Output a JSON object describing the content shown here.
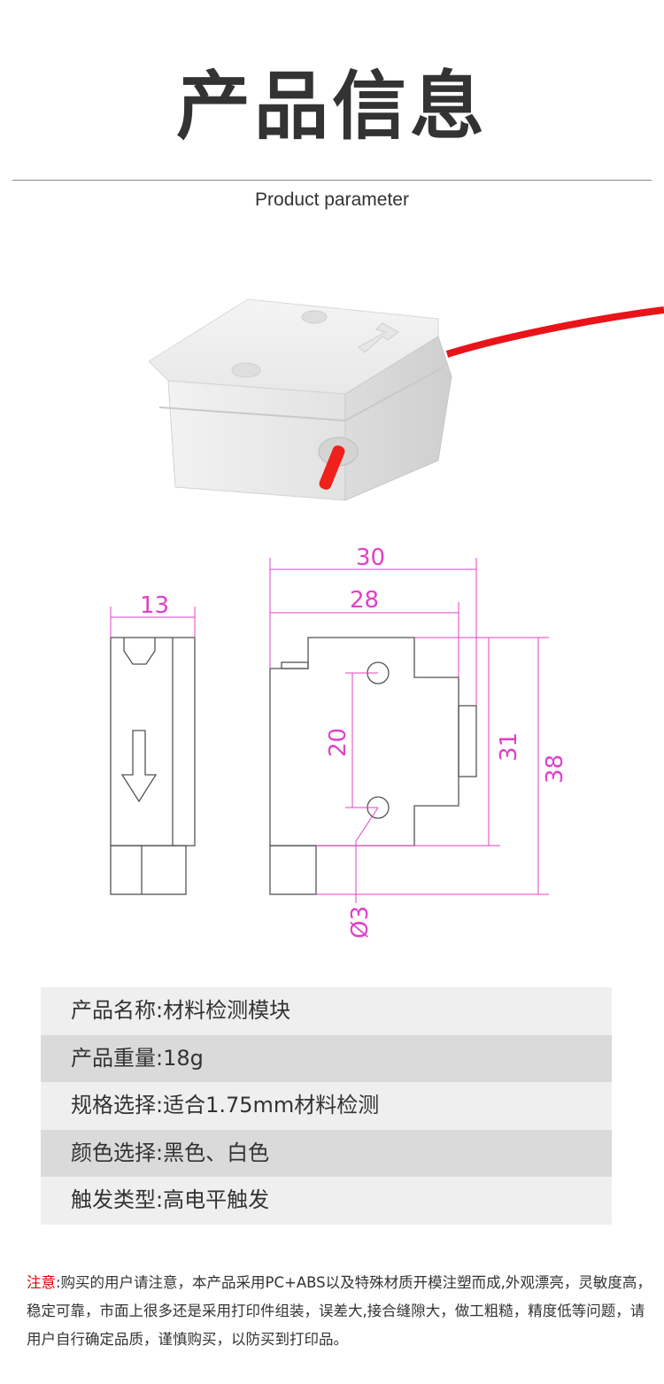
{
  "header": {
    "title": "产品信息",
    "subtitle": "Product parameter"
  },
  "drawing": {
    "dims": {
      "width_total": "30",
      "width_body": "28",
      "depth": "13",
      "hole_spacing": "20",
      "height_body": "31",
      "height_total": "38",
      "hole_dia": "Ø3"
    },
    "accent_color": "#e040c8"
  },
  "specs": [
    {
      "label": "产品名称:材料检测模块"
    },
    {
      "label": "产品重量:18g"
    },
    {
      "label": "规格选择:适合1.75mm材料检测"
    },
    {
      "label": "颜色选择:黑色、白色"
    },
    {
      "label": "触发类型:高电平触发"
    }
  ],
  "notice": {
    "lead": "注意",
    "body": ":购买的用户请注意，本产品采用PC+ABS以及特殊材质开模注塑而成,外观漂亮，灵敏度高，稳定可靠，市面上很多还是采用打印件组装，误差大,接合缝隙大，做工粗糙，精度低等问题，请用户自行确定品质，谨慎购买，以防买到打印品。"
  },
  "colors": {
    "text": "#333333",
    "warning": "#e00000",
    "filament": "#e8141a"
  }
}
